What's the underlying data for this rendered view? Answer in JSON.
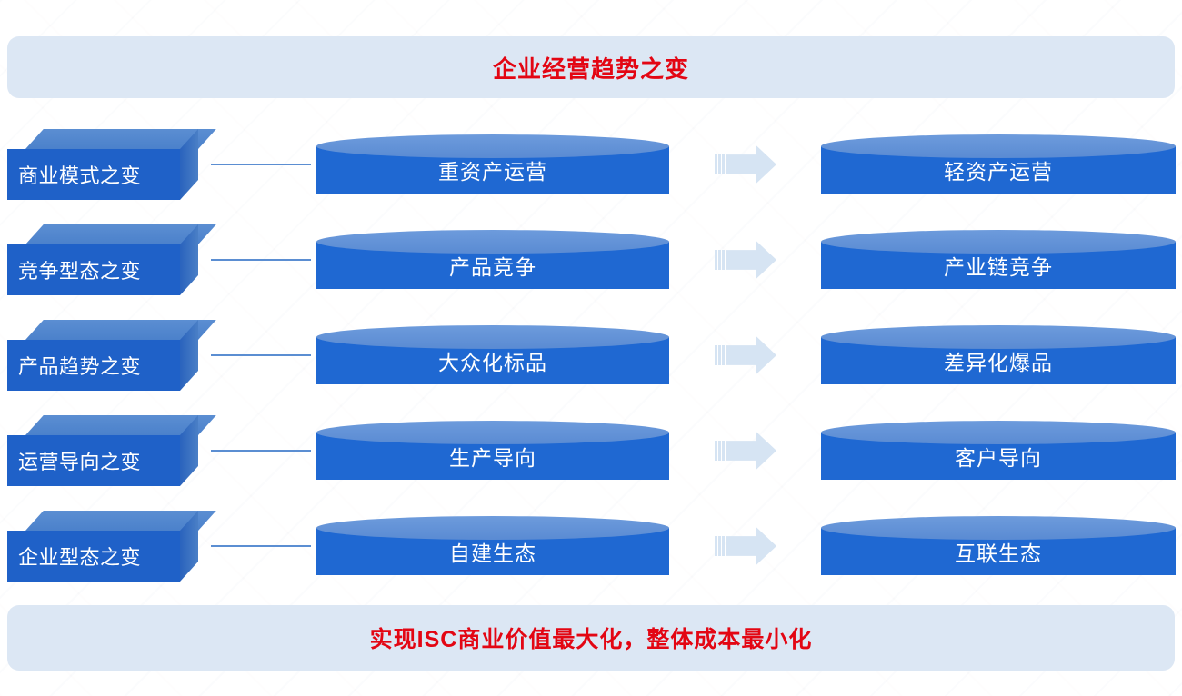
{
  "header": {
    "title": "企业经营趋势之变",
    "background_color": "#dce7f4",
    "text_color": "#e30613"
  },
  "footer": {
    "title": "实现ISC商业价值最大化，整体成本最小化",
    "background_color": "#dce7f4",
    "text_color": "#e30613"
  },
  "theme": {
    "box_front_color": "#1f61c8",
    "box_top_color": "#5b8ed2",
    "cylinder_body_color": "#1f68d2",
    "cylinder_top_color": "#6d9bdc",
    "arrow_color": "#d6e4f3",
    "connector_color": "#5b8ed2",
    "label_text_color": "#ffffff"
  },
  "rows": [
    {
      "category": "商业模式之变",
      "from": "重资产运营",
      "to": "轻资产运营",
      "arrow": "arrow-right-icon"
    },
    {
      "category": "竞争型态之变",
      "from": "产品竞争",
      "to": "产业链竞争",
      "arrow": "arrow-right-icon"
    },
    {
      "category": "产品趋势之变",
      "from": "大众化标品",
      "to": "差异化爆品",
      "arrow": "arrow-right-icon"
    },
    {
      "category": "运营导向之变",
      "from": "生产导向",
      "to": "客户导向",
      "arrow": "arrow-right-icon"
    },
    {
      "category": "企业型态之变",
      "from": "自建生态",
      "to": "互联生态",
      "arrow": "arrow-right-icon"
    }
  ]
}
